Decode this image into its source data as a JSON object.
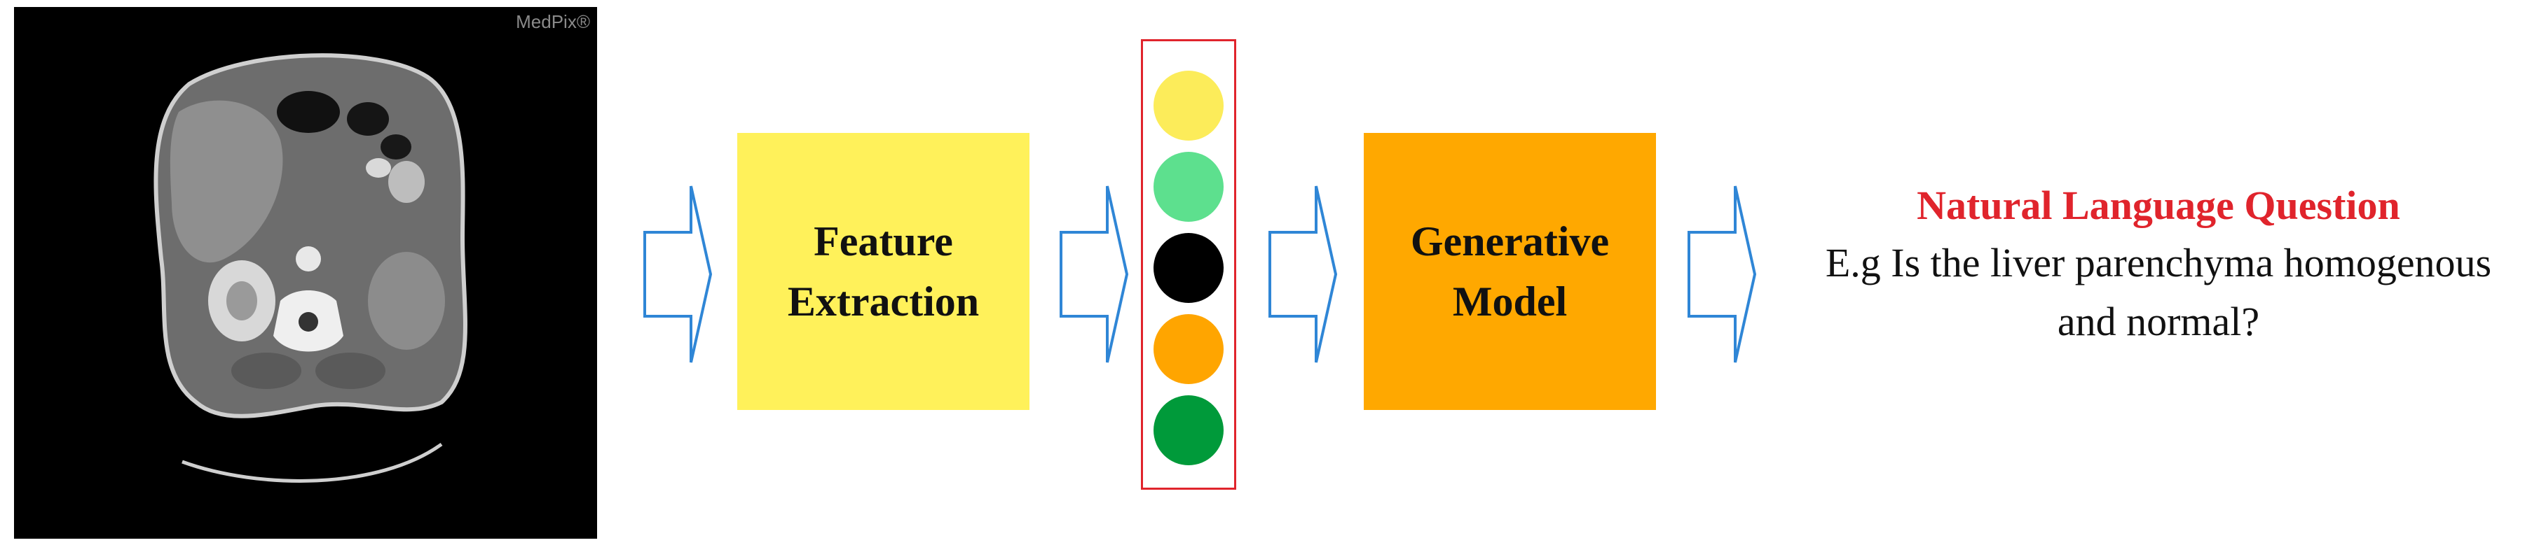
{
  "ct_image": {
    "watermark": "MedPix®"
  },
  "steps": {
    "feature_extraction": {
      "line1": "Feature",
      "line2": "Extraction",
      "color": "#fff15a"
    },
    "generative_model": {
      "line1": "Generative",
      "line2": "Model",
      "color": "#ffa800"
    }
  },
  "feature_vector": {
    "border_color": "#e0242c",
    "circle_colors": [
      "#fcec5a",
      "#5de08e",
      "#000000",
      "#ffa500",
      "#009a3a"
    ]
  },
  "output": {
    "title": "Natural Language Question",
    "example_line1": "E.g Is the liver parenchyma homogenous",
    "example_line2": "and normal?",
    "title_color": "#e0242c"
  },
  "arrow_color": "#2f86d6"
}
